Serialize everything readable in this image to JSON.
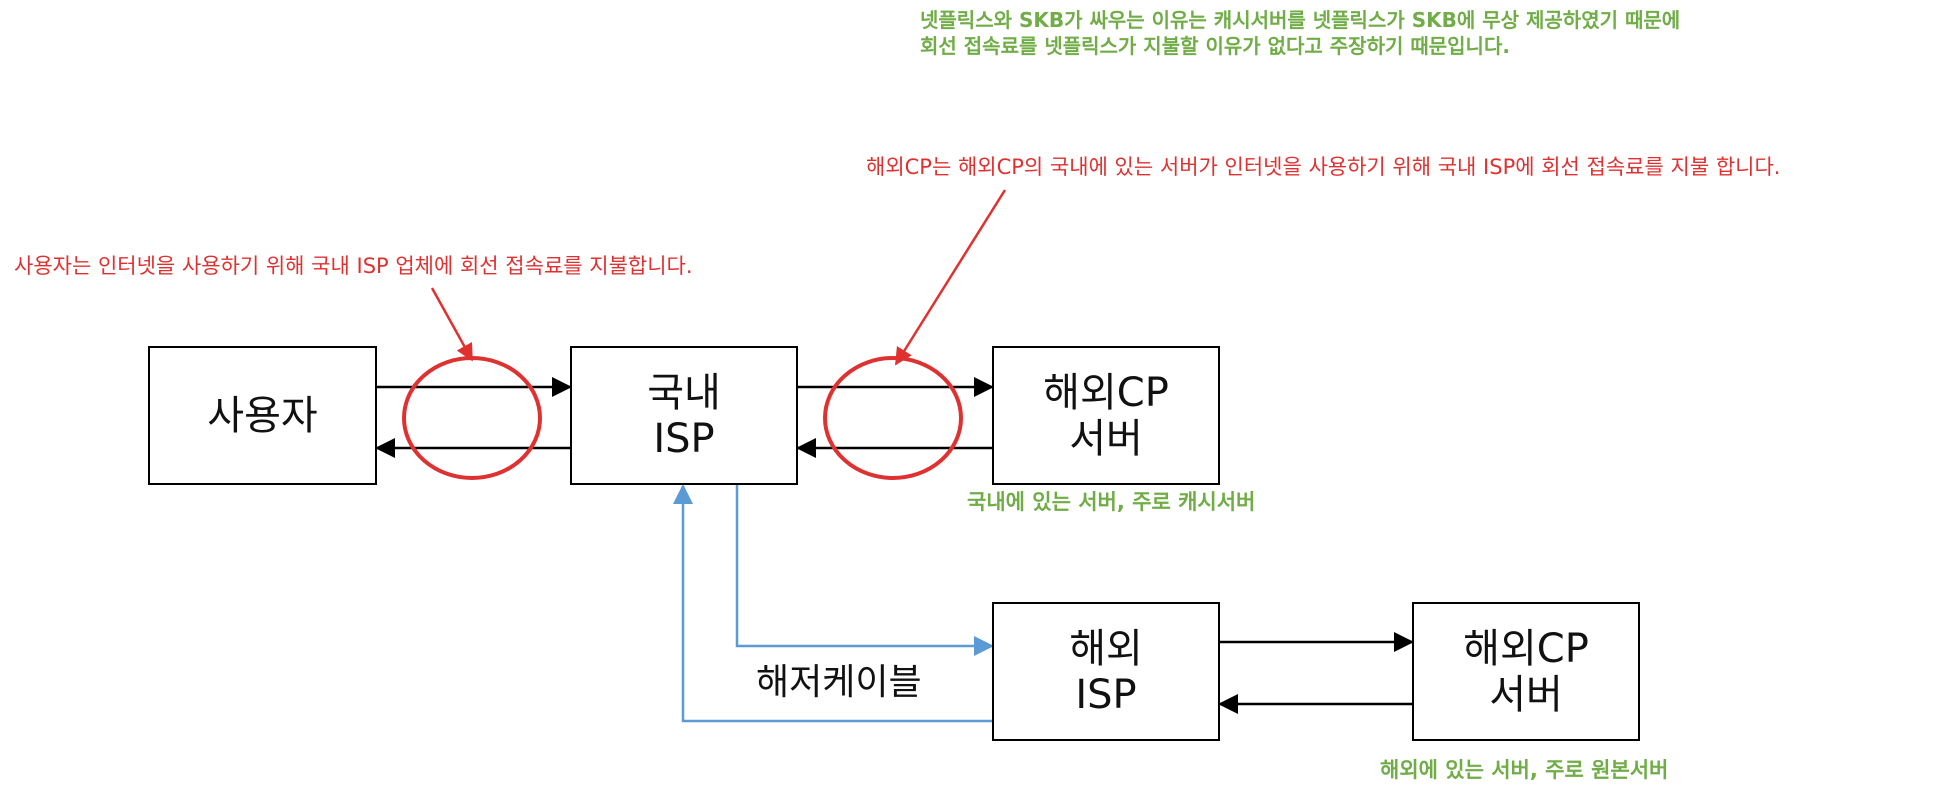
{
  "notes": {
    "netflix_line1": "넷플릭스와 SKB가 싸우는 이유는 캐시서버를 넷플릭스가 SKB에 무상 제공하였기 때문에",
    "netflix_line2": "회선 접속료를 넷플릭스가 지불할 이유가 없다고 주장하기 때문입니다.",
    "overseas_cp_fee": "해외CP는 해외CP의 국내에 있는 서버가 인터넷을 사용하기 위해 국내 ISP에 회선 접속료를 지불 합니다.",
    "user_fee": "사용자는 인터넷을 사용하기 위해 국내 ISP 업체에 회선 접속료를 지불합니다.",
    "domestic_server_note": "국내에 있는 서버, 주로 캐시서버",
    "overseas_server_note": "해외에 있는 서버, 주로 원본서버"
  },
  "nodes": {
    "user": {
      "line1": "사용자"
    },
    "domestic_isp": {
      "line1": "국내",
      "line2": "ISP"
    },
    "overseas_cp_domestic": {
      "line1": "해외CP",
      "line2": "서버"
    },
    "overseas_isp": {
      "line1": "해외",
      "line2": "ISP"
    },
    "overseas_cp_origin": {
      "line1": "해외CP",
      "line2": "서버"
    }
  },
  "edges": {
    "submarine_cable": "해저케이블"
  },
  "colors": {
    "green": "#70ad47",
    "red": "#e03131",
    "blue": "#5b9bd5",
    "black": "#000000"
  }
}
